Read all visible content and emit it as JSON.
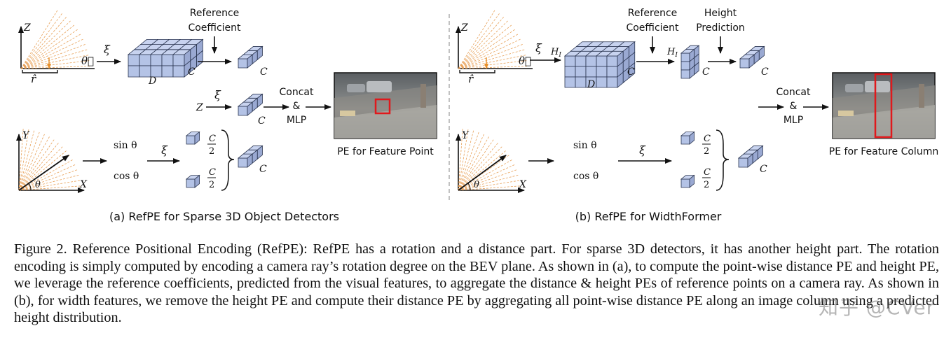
{
  "left_panel": {
    "axis_z": "Z",
    "axis_y": "Y",
    "axis_x": "X",
    "theta_vec": "θ⃗",
    "r_hat": "r̂",
    "theta": "θ",
    "xi": "ξ",
    "D": "D",
    "C": "C",
    "Z_in": "Z",
    "ref_coeff_line1": "Reference",
    "ref_coeff_line2": "Coefficient",
    "concat_line1": "Concat",
    "concat_line2": "&",
    "concat_line3": "MLP",
    "sin": "sin θ",
    "cos": "cos θ",
    "frac_num": "C",
    "frac_den": "2",
    "image_label": "PE for Feature Point",
    "subcaption": "(a) RefPE for Sparse 3D Object Detectors"
  },
  "right_panel": {
    "H_I": "H",
    "H_I_sub": "I",
    "ref_coeff_line1": "Reference",
    "ref_coeff_line2": "Coefficient",
    "height_line1": "Height",
    "height_line2": "Prediction",
    "concat_line1": "Concat",
    "concat_line2": "&",
    "concat_line3": "MLP",
    "image_label": "PE for Feature Column",
    "subcaption": "(b) RefPE for WidthFormer"
  },
  "caption": "Figure 2. Reference Positional Encoding (RefPE): RefPE has a rotation and a distance part. For sparse 3D detectors, it has another height part. The rotation encoding is simply computed by encoding a camera ray’s rotation degree on the BEV plane. As shown in (a), to compute the point-wise distance PE and height PE, we leverage the reference coefficients, predicted from the visual features, to aggregate the distance & height PEs of reference points on a camera ray. As shown in (b), for width features, we remove the height PE and compute their distance PE by aggregating all point-wise distance PE along an image column using a predicted height distribution.",
  "watermark": "知乎 @CVer",
  "colors": {
    "cube_fill": "#b4c3e6",
    "cube_stroke": "#2a3550",
    "ray": "#e8a25a",
    "highlight_box": "#e0191c"
  }
}
